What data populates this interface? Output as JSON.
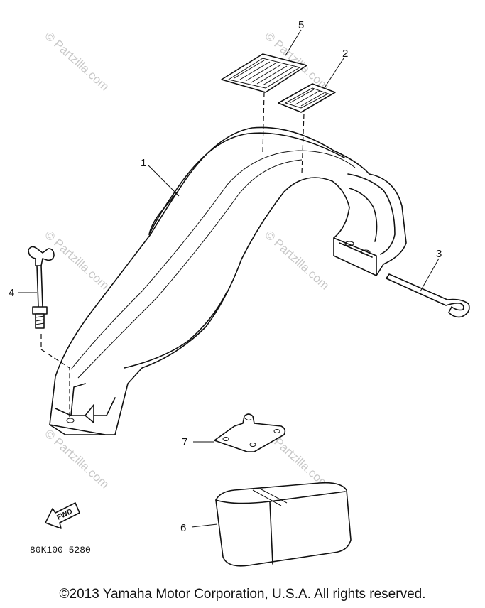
{
  "diagram": {
    "callouts": {
      "c1": "1",
      "c2": "2",
      "c3": "3",
      "c4": "4",
      "c5": "5",
      "c6": "6",
      "c7": "7"
    },
    "fwd_label": "FWD",
    "part_code": "80K100-5280",
    "watermark": "© Partzilla.com"
  },
  "footer": {
    "copyright": "©2013 Yamaha Motor Corporation, U.S.A. All rights reserved."
  }
}
